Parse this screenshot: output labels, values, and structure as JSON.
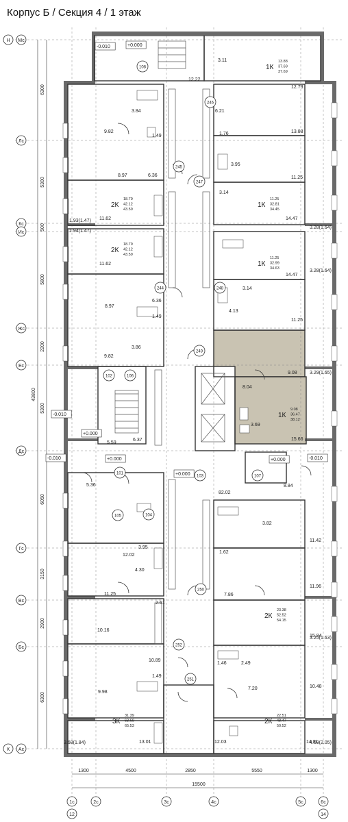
{
  "title": "Корпус Б / Секция 4 / 1 этаж",
  "highlight_color": "#c9c3b2",
  "axes_left": [
    "Н",
    "Мс",
    "Лс",
    "Кс",
    "Ис",
    "Жс",
    "Ес",
    "Дс",
    "Гс",
    "Вс",
    "Бс",
    "К",
    "Ас"
  ],
  "axes_bottom": [
    "1с",
    "2с",
    "3с",
    "4с",
    "5с",
    "6с"
  ],
  "axes_bottom_sub": [
    "12",
    "14"
  ],
  "dims_left": [
    "6300",
    "5300",
    "500",
    "5800",
    "2200",
    "5300",
    "6050",
    "3150",
    "2900",
    "6300"
  ],
  "dim_total_left": "43800",
  "dims_bottom": [
    "1300",
    "4500",
    "2850",
    "5550",
    "1300"
  ],
  "dim_total_bottom": "15500",
  "circles": [
    "108",
    "246",
    "247",
    "245",
    "248",
    "244",
    "249",
    "102",
    "106",
    "101",
    "103",
    "107",
    "105",
    "104",
    "250",
    "252",
    "251"
  ],
  "levels": [
    "-0.010",
    "+0.000",
    "-0.010",
    "+0.000",
    "-0.010",
    "+0.000",
    "+0.000",
    "+0.000",
    "-0.010"
  ],
  "areas": {
    "a1": "3.11",
    "a2": "12.22",
    "a3": "12.73",
    "a4": "6.21",
    "a5": "3.84",
    "a6": "1.76",
    "a7": "13.88",
    "a8": "9.82",
    "a9": "1.49",
    "a10": "3.95",
    "a11": "8.97",
    "a12": "6.36",
    "a13": "11.25",
    "a14": "3.14",
    "a15": "11.62",
    "a16": "14.47",
    "a17": "3.28(1.64)",
    "a18": "1.93(1.47)",
    "a19": "1.94(1.47)",
    "a20": "11.62",
    "a21": "14.47",
    "a22": "3.28(1.64)",
    "a23": "3.14",
    "a24": "8.97",
    "a25": "6.36",
    "a26": "4.13",
    "a27": "1.49",
    "a28": "11.25",
    "a29": "3.86",
    "a30": "9.82",
    "a31": "9.08",
    "a32": "3.29(1.65)",
    "a33": "8.04",
    "a34": "3.69",
    "a35": "15.66",
    "a36": "5.59",
    "a37": "6.37",
    "a38": "5.36",
    "a39": "82.02",
    "a40": "8.84",
    "a41": "12.02",
    "a42": "3.95",
    "a43": "3.82",
    "a44": "11.42",
    "a45": "1.62",
    "a46": "4.30",
    "a47": "11.25",
    "a48": "7.86",
    "a49": "11.96",
    "a50": "2.61",
    "a51": "10.16",
    "a52": "15.84",
    "a53": "3.25(1.63)",
    "a54": "10.89",
    "a55": "1.46",
    "a56": "2.49",
    "a57": "1.49",
    "a58": "9.98",
    "a59": "7.20",
    "a60": "10.48",
    "a61": "3.68(1.84)",
    "a62": "13.01",
    "a63": "12.03",
    "a64": "14.81",
    "a65": "4.09(2.05)"
  },
  "apartments": [
    {
      "type": "1К",
      "v1": "13.88",
      "v2": "37.69",
      "v3": "37.69"
    },
    {
      "type": "2К",
      "v1": "18.79",
      "v2": "42.12",
      "v3": "43.59"
    },
    {
      "type": "1К",
      "v1": "11.25",
      "v2": "32.81",
      "v3": "34.45"
    },
    {
      "type": "2К",
      "v1": "18.79",
      "v2": "42.12",
      "v3": "43.59"
    },
    {
      "type": "1К",
      "v1": "11.25",
      "v2": "32.99",
      "v3": "34.63"
    },
    {
      "type": "1К",
      "v1": "9.08",
      "v2": "36.47",
      "v3": "38.12"
    },
    {
      "type": "2К",
      "v1": "23.38",
      "v2": "52.52",
      "v3": "54.15"
    },
    {
      "type": "3К",
      "v1": "31.39",
      "v2": "63.69",
      "v3": "65.53"
    },
    {
      "type": "2К",
      "v1": "22.51",
      "v2": "48.47",
      "v3": "50.52"
    }
  ]
}
